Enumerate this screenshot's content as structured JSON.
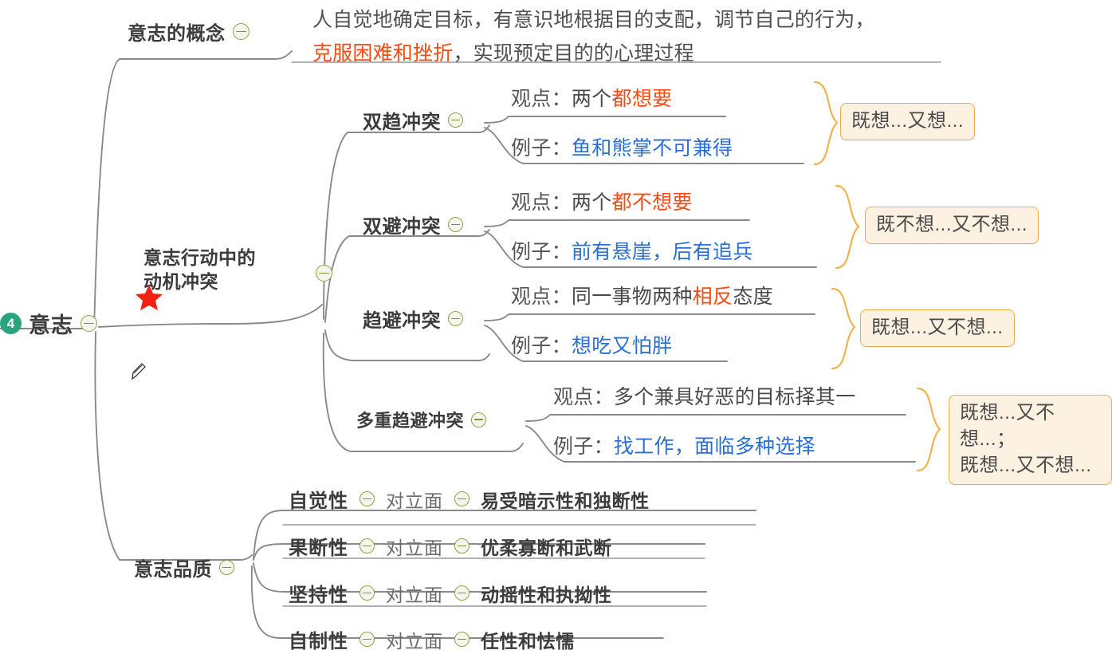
{
  "root": {
    "number": "4",
    "label": "意志",
    "badge_color": "#2aa37f"
  },
  "branches": {
    "concept": {
      "label": "意志的概念",
      "text_parts": [
        {
          "text": "人自觉地确定目标，有意识地根据目的支配，调节自己的行为，",
          "color": "default"
        },
        {
          "text": "克服困难和挫折",
          "color": "#fb4a12"
        },
        {
          "text": "，实现预定目的的心理过程",
          "color": "default"
        }
      ]
    },
    "motive_conflict": {
      "label_line1": "意志行动中的",
      "label_line2": "动机冲突",
      "star": "red-star-icon",
      "items": [
        {
          "name": "双趋冲突",
          "viewpoint_label": "观点：",
          "viewpoint_plain": "两个",
          "viewpoint_hl": "都想要",
          "example_label": "例子：",
          "example_hl": "鱼和熊掌不可兼得",
          "badge": "既想...又想..."
        },
        {
          "name": "双避冲突",
          "viewpoint_label": "观点：",
          "viewpoint_plain": "两个",
          "viewpoint_hl": "都不想要",
          "example_label": "例子：",
          "example_hl": "前有悬崖，后有追兵",
          "badge": "既不想...又不想..."
        },
        {
          "name": "趋避冲突",
          "viewpoint_label": "观点：",
          "viewpoint_plain": "同一事物两种",
          "viewpoint_hl": "相反",
          "viewpoint_tail": "态度",
          "example_label": "例子：",
          "example_hl": "想吃又怕胖",
          "badge": "既想...又不想..."
        },
        {
          "name": "多重趋避冲突",
          "viewpoint_label": "观点：",
          "viewpoint_plain": "多个兼具好恶的目标择其一",
          "viewpoint_hl": "",
          "example_label": "例子：",
          "example_hl": "找工作，面临多种选择",
          "badge_line1": "既想...又不想...；",
          "badge_line2": "既想...又不想..."
        }
      ]
    },
    "quality": {
      "label": "意志品质",
      "rows": [
        {
          "name": "自觉性",
          "mid": "对立面",
          "value": "易受暗示性和独断性"
        },
        {
          "name": "果断性",
          "mid": "对立面",
          "value": "优柔寡断和武断"
        },
        {
          "name": "坚持性",
          "mid": "对立面",
          "value": "动摇性和执拗性"
        },
        {
          "name": "自制性",
          "mid": "对立面",
          "value": "任性和怯懦"
        }
      ]
    }
  },
  "colors": {
    "highlight_red": "#fb4a12",
    "highlight_blue": "#2a6fd4",
    "badge_border": "#f0ab4a",
    "badge_fill": "#fdf2e2",
    "wire": "#8a8a8a",
    "toggle_stroke": "#8aa44a"
  }
}
